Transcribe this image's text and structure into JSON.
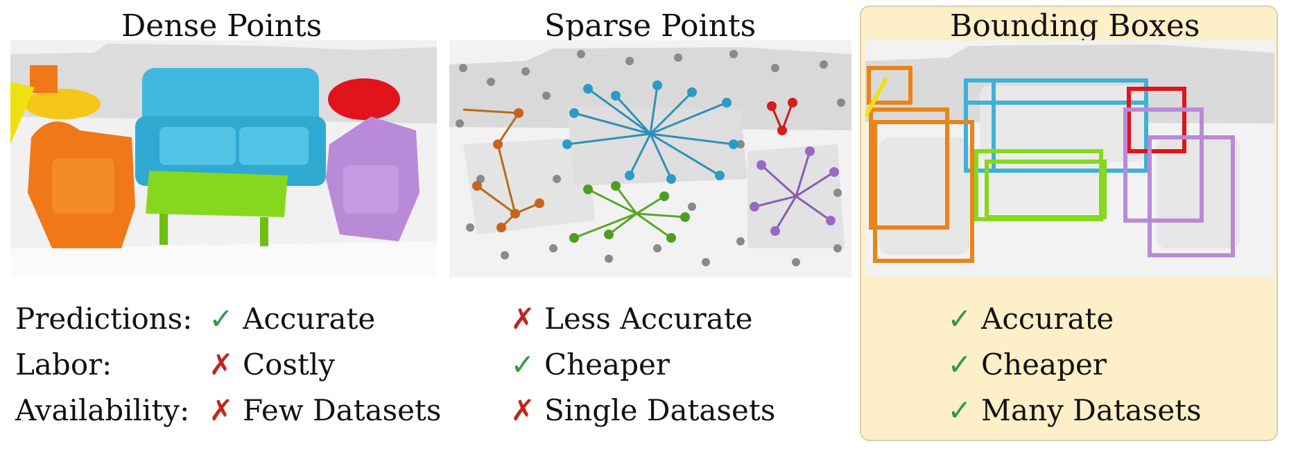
{
  "columns": [
    {
      "title": "Dense Points"
    },
    {
      "title": "Sparse Points"
    },
    {
      "title": "Bounding Boxes"
    }
  ],
  "row_labels": [
    "Predictions:",
    "Labor:",
    "Availability:"
  ],
  "cells": [
    [
      {
        "mark": "✓",
        "kind": "check",
        "text": "Accurate"
      },
      {
        "mark": "✗",
        "kind": "cross",
        "text": "Costly"
      },
      {
        "mark": "✗",
        "kind": "cross",
        "text": "Few Datasets"
      }
    ],
    [
      {
        "mark": "✗",
        "kind": "cross",
        "text": "Less Accurate"
      },
      {
        "mark": "✓",
        "kind": "check",
        "text": "Cheaper"
      },
      {
        "mark": "✗",
        "kind": "cross",
        "text": "Single Datasets"
      }
    ],
    [
      {
        "mark": "✓",
        "kind": "check",
        "text": "Accurate"
      },
      {
        "mark": "✓",
        "kind": "check",
        "text": "Cheaper"
      },
      {
        "mark": "✓",
        "kind": "check",
        "text": "Many Datasets"
      }
    ]
  ],
  "colors": {
    "check": "#2e9a48",
    "cross": "#c0261c",
    "highlight_bg": "#fdefc8",
    "sofa": "#3fb8dd",
    "table": "#86d81e",
    "armchair_left": "#f07818",
    "armchair_right": "#b88ad8",
    "lamp_table": "#f5c518",
    "red_object": "#e0141a"
  }
}
